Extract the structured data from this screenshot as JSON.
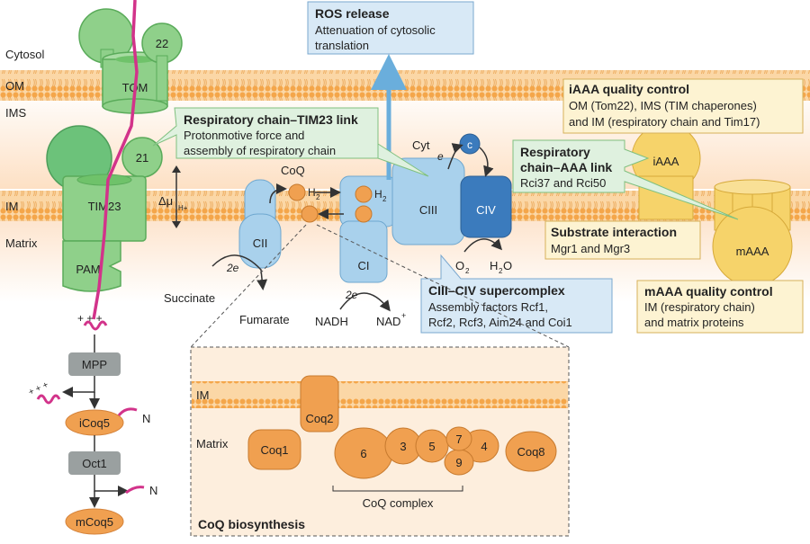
{
  "compartments": {
    "cytosol": "Cytosol",
    "om": "OM",
    "ims": "IMS",
    "im": "IM",
    "matrix": "Matrix"
  },
  "import_machinery": {
    "tom": "TOM",
    "tom22": "22",
    "tim21": "21",
    "tim23": "TIM23",
    "pam": "PAM",
    "delta_mu": "Δμ",
    "delta_mu_sub": "H+",
    "mpp": "MPP",
    "icoq5": "iCoq5",
    "oct1": "Oct1",
    "mcoq5": "mCoq5",
    "n1": "N",
    "n2": "N",
    "charges": "+ + +",
    "charges2": "+ + +"
  },
  "respiratory_chain": {
    "coq": "CoQ",
    "h2": "H",
    "h2_sub": "2",
    "cii": "CII",
    "ci": "CI",
    "ciii": "CIII",
    "civ": "CIV",
    "cyt": "Cyt",
    "cyt_c": "c",
    "electron": "e",
    "two_e": "2e",
    "succinate": "Succinate",
    "fumarate": "Fumarate",
    "nadh": "NADH",
    "nad": "NAD",
    "o2": "O",
    "h2o": "H",
    "h2o_tail": "O",
    "sub2": "2"
  },
  "proteases": {
    "iaaa": "iAAA",
    "maaa": "mAAA"
  },
  "boxes": {
    "ros": {
      "title": "ROS release",
      "lines": [
        "Attenuation of cytosolic",
        "translation"
      ]
    },
    "tim23_link": {
      "title": "Respiratory chain–TIM23 link",
      "lines": [
        "Protonmotive force and",
        "assembly of respiratory chain"
      ]
    },
    "aaa_link": {
      "title_lines": [
        "Respiratory",
        "chain–AAA link"
      ],
      "lines": [
        "Rci37 and Rci50"
      ]
    },
    "iaaa_qc": {
      "title": "iAAA quality control",
      "lines": [
        "OM (Tom22), IMS (TIM chaperones)",
        "and IM (respiratory chain and Tim17)"
      ]
    },
    "substrate": {
      "title": "Substrate interaction",
      "lines": [
        "Mgr1 and Mgr3"
      ]
    },
    "maaa_qc": {
      "title": "mAAA quality control",
      "lines": [
        "IM (respiratory chain)",
        "and matrix proteins"
      ]
    },
    "supercomplex": {
      "title": "CIII–CIV supercomplex",
      "lines": [
        "Assembly factors Rcf1,",
        "Rcf2, Rcf3, Aim24 and Coi1"
      ]
    }
  },
  "coq_biosynthesis": {
    "title": "CoQ biosynthesis",
    "im": "IM",
    "matrix": "Matrix",
    "coq1": "Coq1",
    "coq2": "Coq2",
    "coq8": "Coq8",
    "complex_label": "CoQ complex",
    "members": [
      "6",
      "3",
      "5",
      "7",
      "4",
      "9"
    ]
  },
  "colors": {
    "green": "#8fd08a",
    "green_dark": "#5aab5a",
    "blue": "#9fcbe8",
    "blue_dark": "#3b7bbd",
    "orange": "#f0a050",
    "yellow": "#f6d36a",
    "membrane": "#f5b562",
    "magenta": "#d2338a"
  }
}
